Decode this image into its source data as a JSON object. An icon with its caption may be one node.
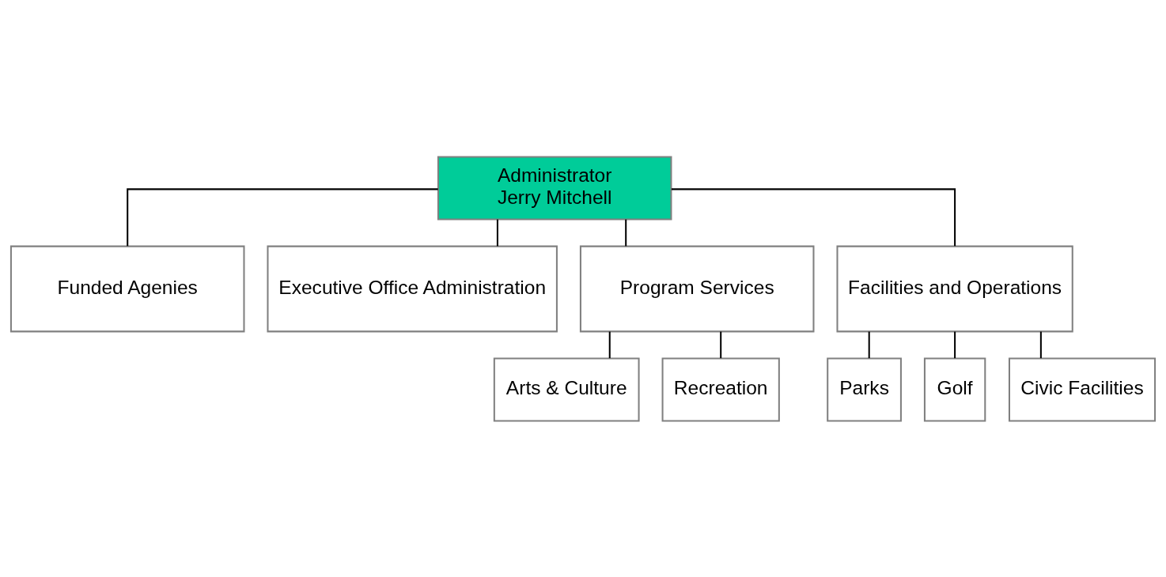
{
  "diagram": {
    "nodes": [
      {
        "text": [
          "Administrator",
          "Jerry Mitchell"
        ]
      },
      {
        "text": [
          "Funded Agenies"
        ]
      },
      {
        "text": [
          "Executive Office Administration"
        ]
      },
      {
        "text": [
          "Program Services"
        ]
      },
      {
        "text": [
          "Facilities and Operations"
        ]
      },
      {
        "text": [
          "Arts & Culture"
        ]
      },
      {
        "text": [
          "Recreation"
        ]
      },
      {
        "text": [
          "Parks"
        ]
      },
      {
        "text": [
          "Golf"
        ]
      },
      {
        "text": [
          "Civic Facilities"
        ]
      }
    ],
    "edges": [
      {
        "from": 0,
        "to": 1,
        "arrow": "none"
      },
      {
        "from": 0,
        "to": 2,
        "arrow": "none"
      },
      {
        "from": 0,
        "to": 3,
        "arrow": "none"
      },
      {
        "from": 0,
        "to": 4,
        "arrow": "none"
      },
      {
        "from": 3,
        "to": 5,
        "arrow": "none"
      },
      {
        "from": 3,
        "to": 6,
        "arrow": "none"
      },
      {
        "from": 4,
        "to": 7,
        "arrow": "none"
      },
      {
        "from": 4,
        "to": 8,
        "arrow": "none"
      },
      {
        "from": 4,
        "to": 9,
        "arrow": "none"
      }
    ]
  }
}
